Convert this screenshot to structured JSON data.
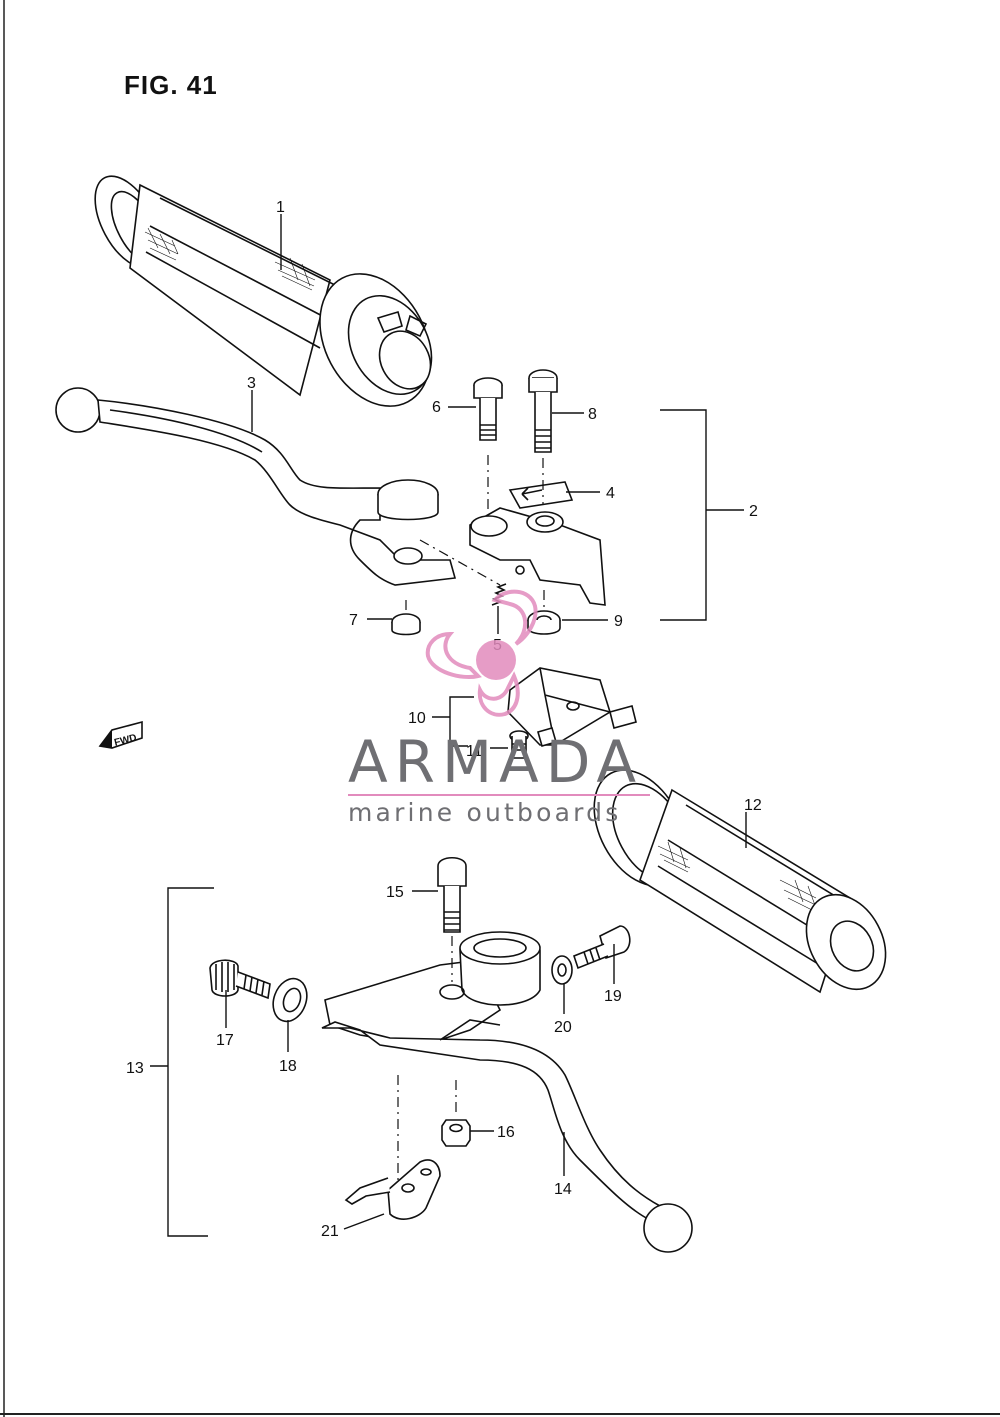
{
  "figure": {
    "title": "FIG. 41"
  },
  "watermark": {
    "brand": "ARMADA",
    "tagline": "marine outboards",
    "accent_color": "#e28bbd",
    "text_color": "#6f6f73"
  },
  "fwd_arrow": {
    "label": "FWD"
  },
  "parts": [
    {
      "id": "part-1",
      "number": "1"
    },
    {
      "id": "part-2",
      "number": "2"
    },
    {
      "id": "part-3",
      "number": "3"
    },
    {
      "id": "part-4",
      "number": "4"
    },
    {
      "id": "part-5",
      "number": "5"
    },
    {
      "id": "part-6",
      "number": "6"
    },
    {
      "id": "part-7",
      "number": "7"
    },
    {
      "id": "part-8",
      "number": "8"
    },
    {
      "id": "part-9",
      "number": "9"
    },
    {
      "id": "part-10",
      "number": "10"
    },
    {
      "id": "part-11",
      "number": "11"
    },
    {
      "id": "part-12",
      "number": "12"
    },
    {
      "id": "part-13",
      "number": "13"
    },
    {
      "id": "part-14",
      "number": "14"
    },
    {
      "id": "part-15",
      "number": "15"
    },
    {
      "id": "part-16",
      "number": "16"
    },
    {
      "id": "part-17",
      "number": "17"
    },
    {
      "id": "part-18",
      "number": "18"
    },
    {
      "id": "part-19",
      "number": "19"
    },
    {
      "id": "part-20",
      "number": "20"
    },
    {
      "id": "part-21",
      "number": "21"
    }
  ]
}
